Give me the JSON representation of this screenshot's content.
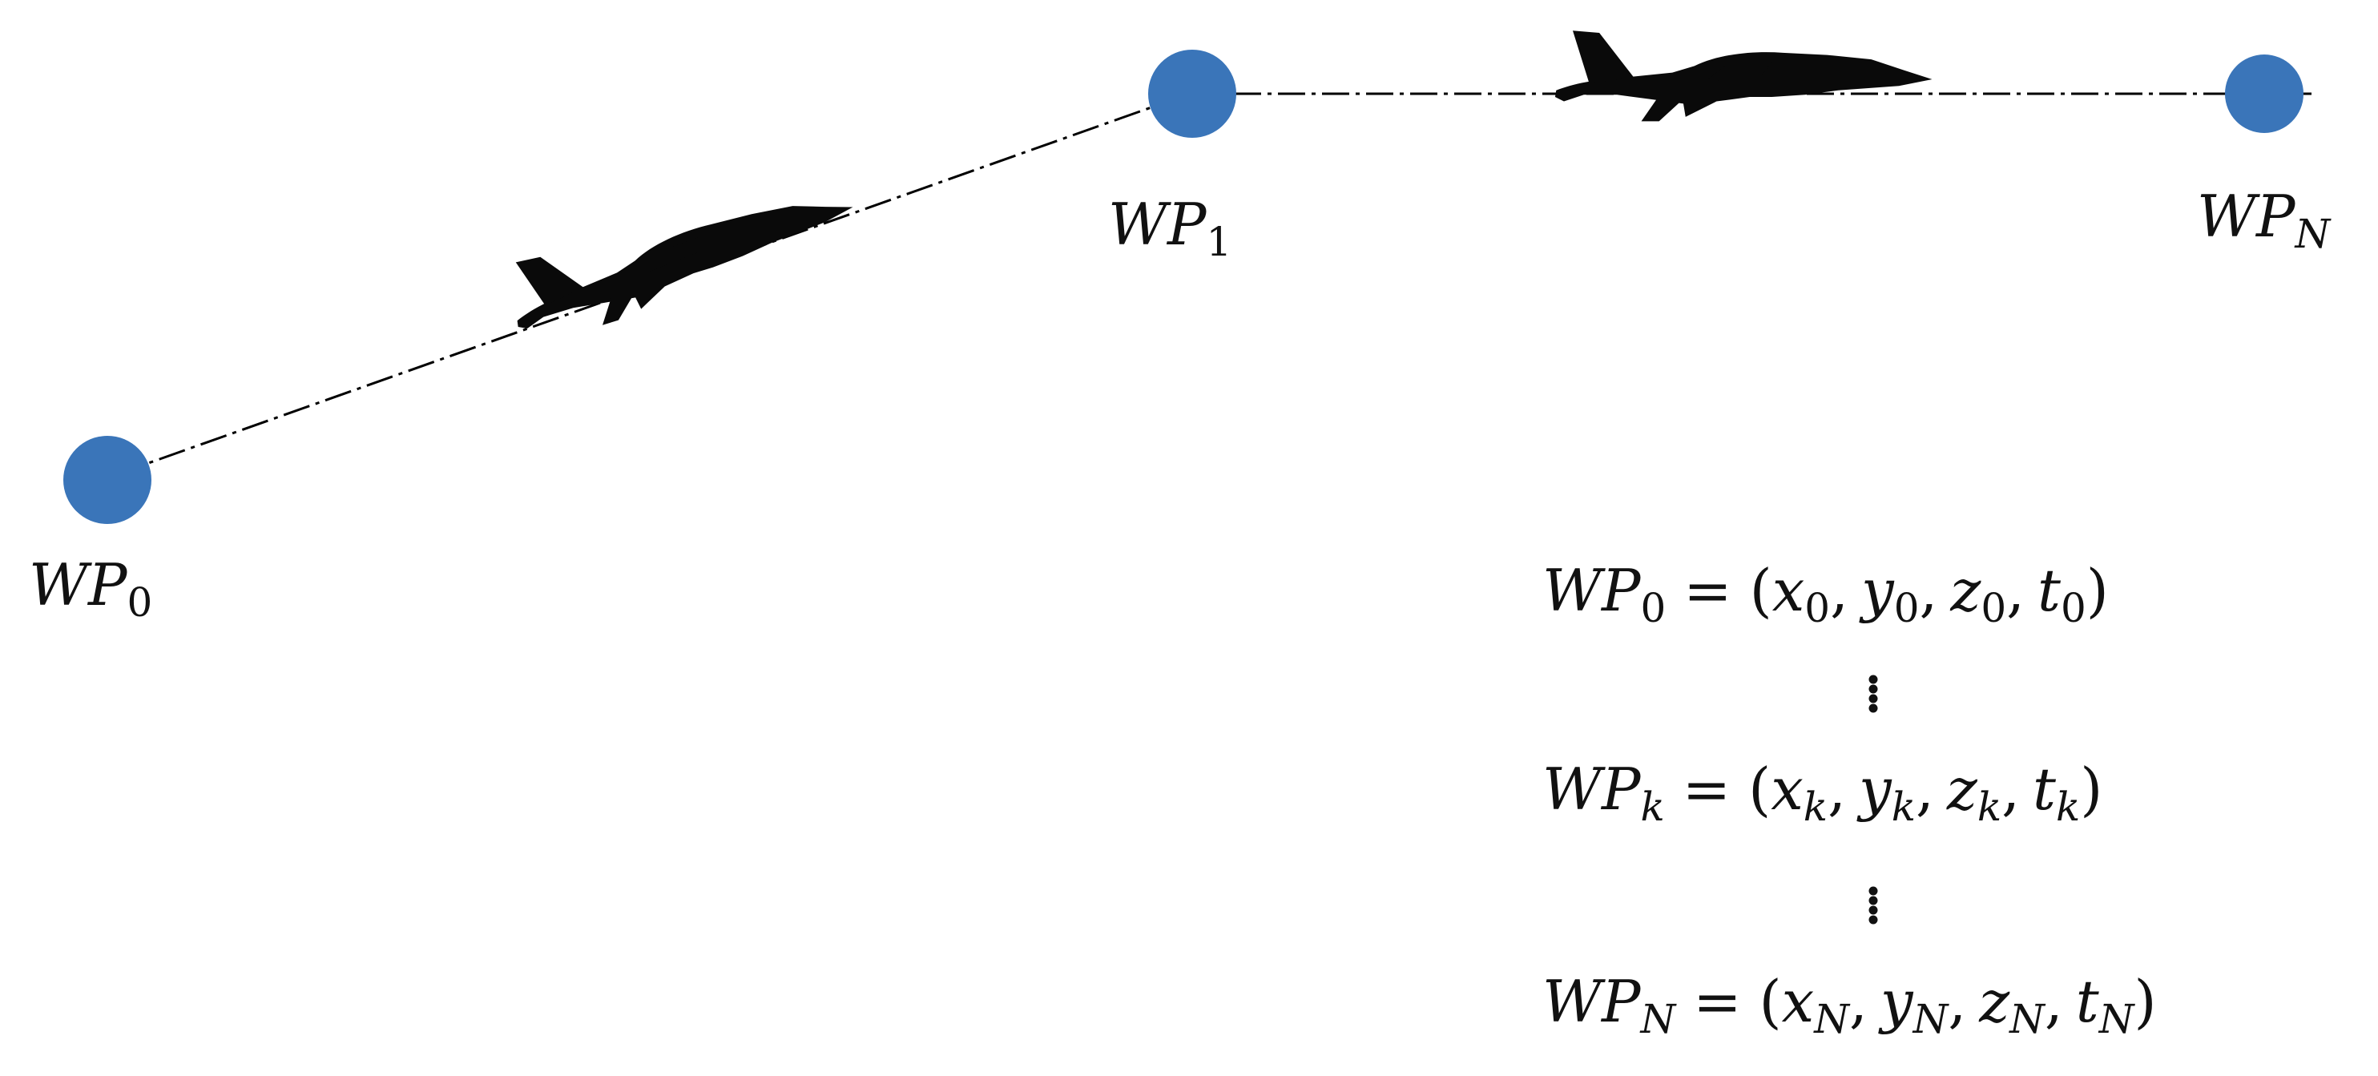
{
  "colors": {
    "waypoint": "#3a75b9",
    "path": "#000000",
    "aircraft": "#0a0a0a",
    "text": "#111111"
  },
  "icons": {
    "waypoint_marker": "circle-marker-icon",
    "aircraft": "fighter-jet-icon",
    "continuation": "vertical-ellipsis-icon"
  },
  "waypoints": [
    {
      "id": "wp0",
      "base": "WP",
      "sub": "0"
    },
    {
      "id": "wp1",
      "base": "WP",
      "sub": "1"
    },
    {
      "id": "wpN",
      "base": "WP",
      "sub": "N"
    }
  ],
  "equations": [
    {
      "lhs": {
        "base": "WP",
        "sub": "0"
      },
      "eq": "=",
      "open": "(",
      "terms": [
        {
          "var": "x",
          "sub": "0"
        },
        {
          "var": "y",
          "sub": "0"
        },
        {
          "var": "z",
          "sub": "0"
        },
        {
          "var": "t",
          "sub": "0"
        }
      ],
      "close": ")"
    },
    {
      "lhs": {
        "base": "WP",
        "sub": "k"
      },
      "eq": "=",
      "open": "(",
      "terms": [
        {
          "var": "x",
          "sub": "k"
        },
        {
          "var": "y",
          "sub": "k"
        },
        {
          "var": "z",
          "sub": "k"
        },
        {
          "var": "t",
          "sub": "k"
        }
      ],
      "close": ")"
    },
    {
      "lhs": {
        "base": "WP",
        "sub": "N"
      },
      "eq": "=",
      "open": "(",
      "terms": [
        {
          "var": "x",
          "sub": "N"
        },
        {
          "var": "y",
          "sub": "N"
        },
        {
          "var": "z",
          "sub": "N"
        },
        {
          "var": "t",
          "sub": "N"
        }
      ],
      "close": ")"
    }
  ],
  "separator": ","
}
